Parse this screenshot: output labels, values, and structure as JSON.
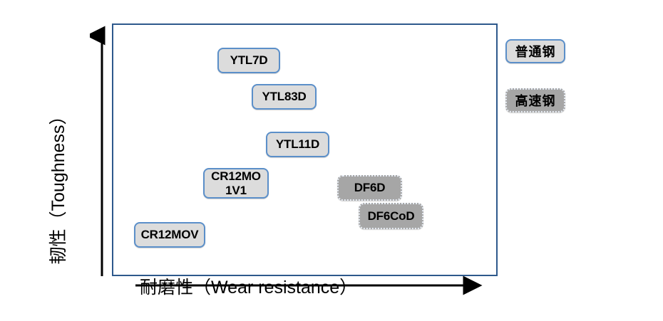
{
  "chart_data": {
    "type": "scatter",
    "title": "",
    "xlabel": "耐磨性（Wear resistance）",
    "ylabel": "韧性（Toughness）",
    "xlabel_cn": "耐磨性",
    "xlabel_en": "Wear resistance",
    "ylabel_cn": "韧性",
    "ylabel_en": "Toughness",
    "axes": {
      "x_direction": "increasing-right",
      "y_direction": "increasing-up",
      "x_ticks": [],
      "y_ticks": [],
      "grid": false
    },
    "legend": {
      "position": "right",
      "entries": [
        {
          "label": "普通钢",
          "category": "ordinary-steel",
          "fill": "#dcdcdc",
          "border": "#5b8fc9"
        },
        {
          "label": "高速钢",
          "category": "high-speed-steel",
          "fill": "#a6a6a6",
          "border": "#e8edf5"
        }
      ]
    },
    "series": [
      {
        "name": "普通钢",
        "category": "ordinary-steel",
        "points": [
          {
            "label": "YTL7D",
            "lines": [
              "YTL7D"
            ],
            "x": 0.28,
            "y": 0.91
          },
          {
            "label": "YTL83D",
            "lines": [
              "YTL83D"
            ],
            "x": 0.37,
            "y": 0.77
          },
          {
            "label": "YTL11D",
            "lines": [
              "YTL11D"
            ],
            "x": 0.41,
            "y": 0.58
          },
          {
            "label": "CR12MO1V1",
            "lines": [
              "CR12MO",
              "1V1"
            ],
            "x": 0.25,
            "y": 0.42
          },
          {
            "label": "CR12MOV",
            "lines": [
              "CR12MOV"
            ],
            "x": 0.07,
            "y": 0.21
          }
        ]
      },
      {
        "name": "高速钢",
        "category": "high-speed-steel",
        "points": [
          {
            "label": "DF6D",
            "lines": [
              "DF6D"
            ],
            "x": 0.6,
            "y": 0.38
          },
          {
            "label": "DF6CoD",
            "lines": [
              "DF6CoD"
            ],
            "x": 0.66,
            "y": 0.27
          }
        ]
      }
    ]
  },
  "nodes": {
    "ytl7d": {
      "text": "YTL7D"
    },
    "ytl83d": {
      "text": "YTL83D"
    },
    "ytl11d": {
      "text": "YTL11D"
    },
    "cr12mo1v1_line1": {
      "text": "CR12MO"
    },
    "cr12mo1v1_line2": {
      "text": "1V1"
    },
    "cr12mov": {
      "text": "CR12MOV"
    },
    "df6d": {
      "text": "DF6D"
    },
    "df6cod": {
      "text": "DF6CoD"
    }
  },
  "axes": {
    "x_title": "耐磨性（Wear resistance）",
    "y_title": "韧性（Toughness）"
  },
  "legend": {
    "ordinary_label": "普通钢",
    "highspeed_label": "高速钢"
  }
}
